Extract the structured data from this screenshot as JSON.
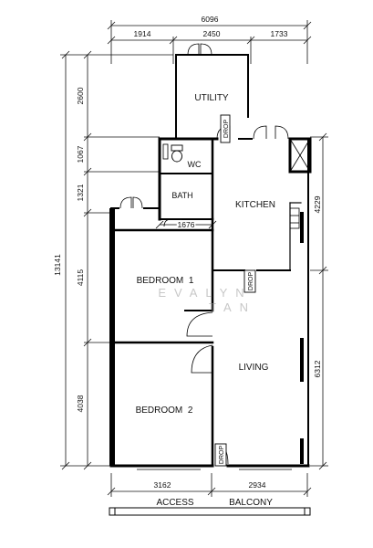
{
  "dimensions": {
    "top_total": "6096",
    "top_segments": [
      "1914",
      "2450",
      "1733"
    ],
    "left_total": "13141",
    "left_segments": [
      "2600",
      "1067",
      "1321",
      "4115",
      "4038"
    ],
    "right_segments": [
      "4229",
      "6312"
    ],
    "inner": "1676",
    "bottom_segments": [
      "3162",
      "2934"
    ]
  },
  "rooms": {
    "utility": "UTILITY",
    "wc": "WC",
    "bath": "BATH",
    "kitchen": "KITCHEN",
    "bedroom1": "BEDROOM  1",
    "bedroom2": "BEDROOM  2",
    "living": "LIVING"
  },
  "drops": {
    "utility_drop": "DROP",
    "kitchen_drop": "DROP",
    "living_drop": "DROP"
  },
  "bottom_labels": {
    "access": "ACCESS",
    "balcony": "BALCONY"
  },
  "watermark": {
    "line1": "EVALYN",
    "line2": "TAN"
  }
}
